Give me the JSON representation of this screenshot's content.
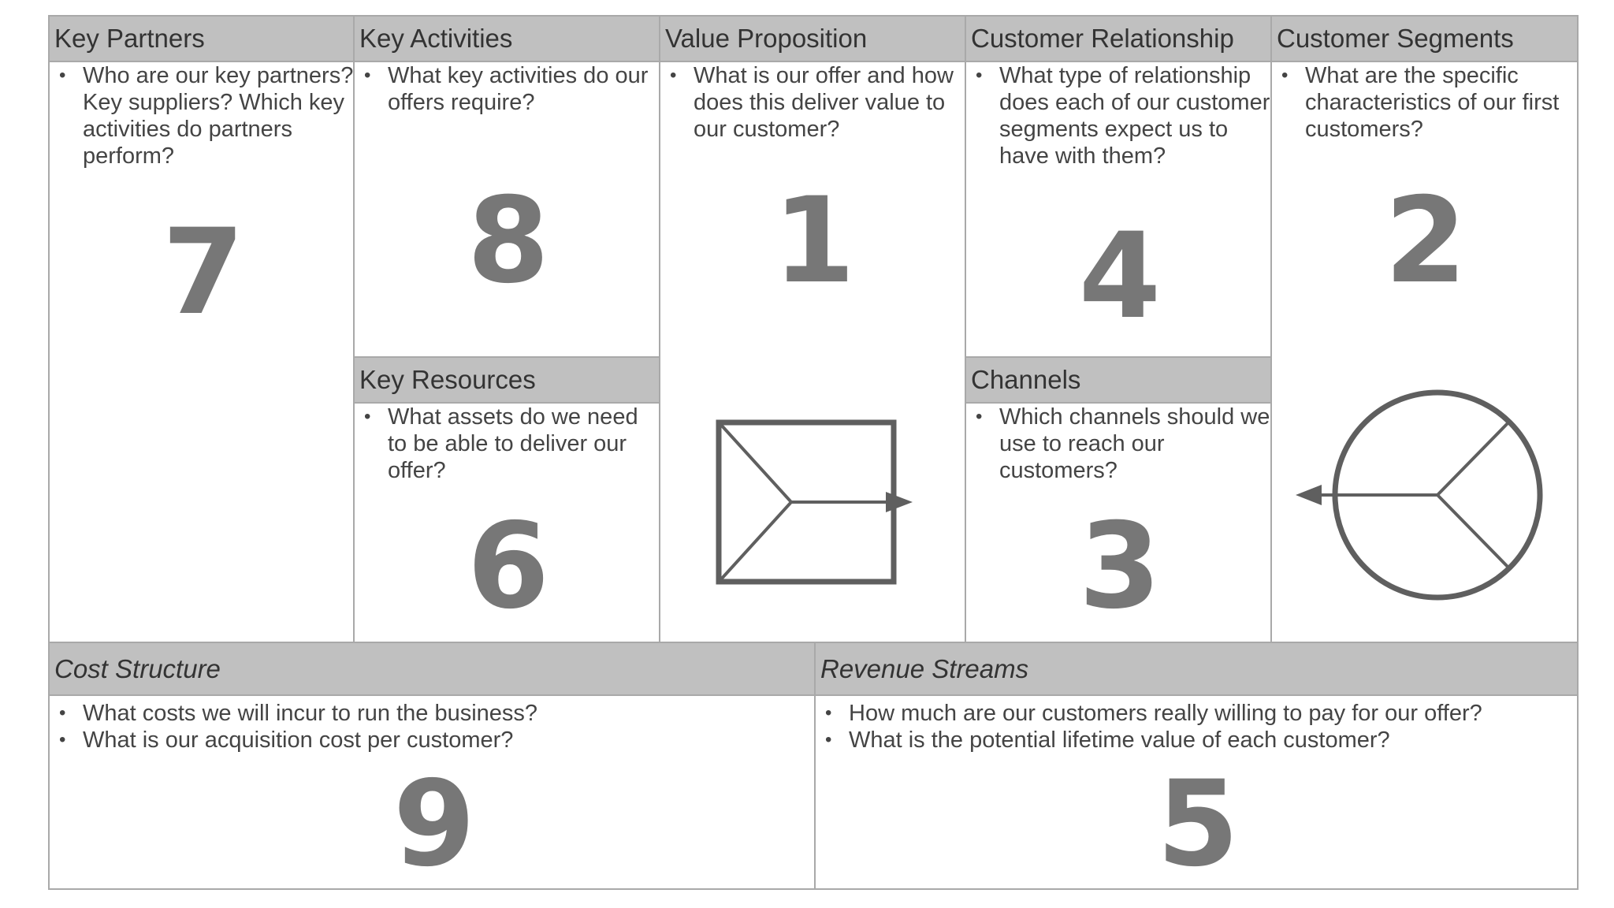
{
  "canvas": {
    "key_partners": {
      "title": "Key Partners",
      "bullets": [
        "Who are our key partners? Key suppliers? Which key activities do partners perform?"
      ],
      "number": "7"
    },
    "key_activities": {
      "title": "Key Activities",
      "bullets": [
        "What key activities do our offers require?"
      ],
      "number": "8"
    },
    "key_resources": {
      "title": "Key Resources",
      "bullets": [
        "What assets do we need to be able to deliver our offer?"
      ],
      "number": "6"
    },
    "value_proposition": {
      "title": "Value Proposition",
      "bullets": [
        "What is our offer and how does this deliver value to our customer?"
      ],
      "number": "1"
    },
    "customer_relationship": {
      "title": "Customer Relationship",
      "bullets": [
        "What type of relationship does each of our customer segments expect us to have with them?"
      ],
      "number": "4"
    },
    "channels": {
      "title": "Channels",
      "bullets": [
        "Which channels should we use to reach our customers?"
      ],
      "number": "3"
    },
    "customer_segments": {
      "title": "Customer Segments",
      "bullets": [
        "What are the specific characteristics of our first customers?"
      ],
      "number": "2"
    },
    "cost_structure": {
      "title": "Cost Structure",
      "bullets": [
        "What costs we will incur to run the business?",
        "What is our acquisition cost per customer?"
      ],
      "number": "9"
    },
    "revenue_streams": {
      "title": "Revenue Streams",
      "bullets": [
        "How much are our customers really willing to pay for our offer?",
        "What is the potential lifetime value of each customer?"
      ],
      "number": "5"
    }
  },
  "colors": {
    "header_fill": "#c0c0c0",
    "border": "#a9a9a9",
    "number": "#777777",
    "icon_stroke": "#5f5f5f"
  },
  "icons": {
    "value_proposition": "envelope-arrow-icon",
    "customer_segments": "pie-circle-arrow-icon"
  }
}
